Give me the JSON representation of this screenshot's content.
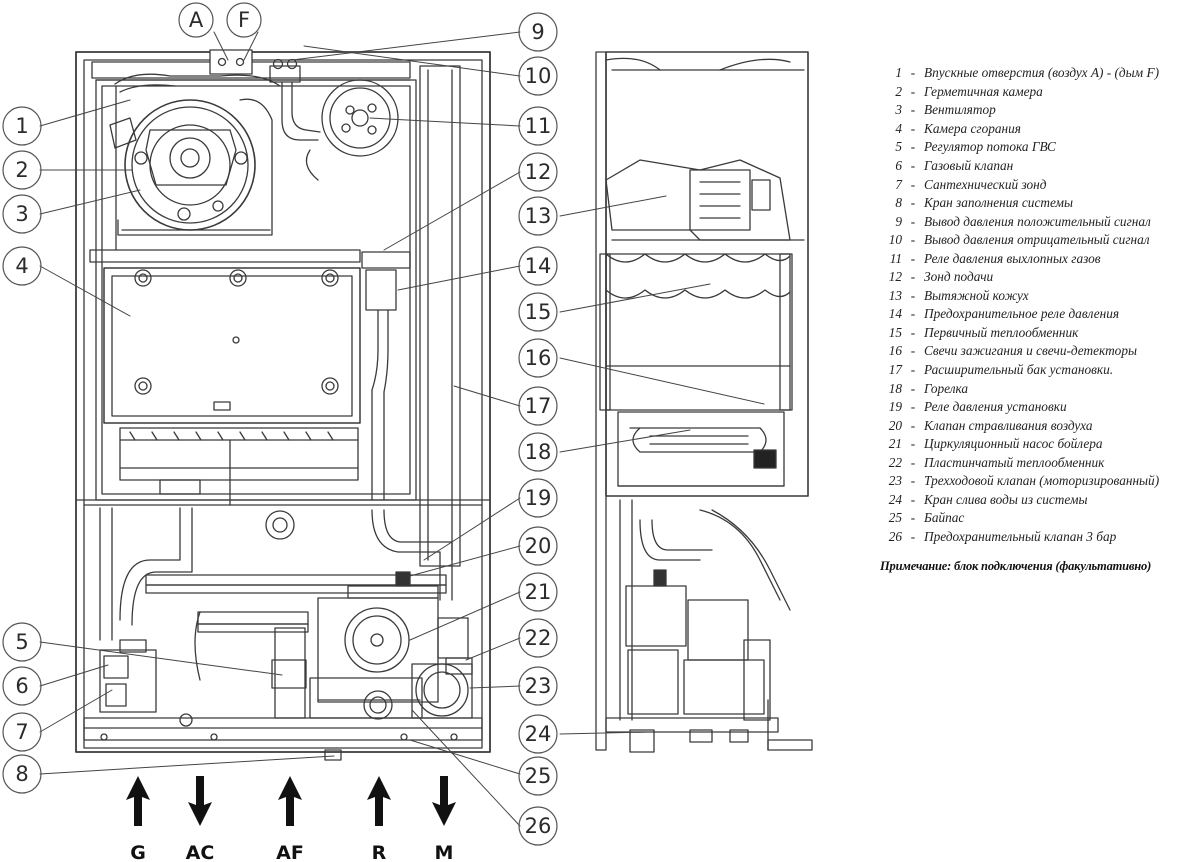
{
  "callouts": {
    "top": [
      "A",
      "F"
    ],
    "numbers": [
      "1",
      "2",
      "3",
      "4",
      "5",
      "6",
      "7",
      "8",
      "9",
      "10",
      "11",
      "12",
      "13",
      "14",
      "15",
      "16",
      "17",
      "18",
      "19",
      "20",
      "21",
      "22",
      "23",
      "24",
      "25",
      "26"
    ]
  },
  "connections": [
    "G",
    "AC",
    "AF",
    "R",
    "M"
  ],
  "legend": [
    {
      "num": "1",
      "text": "Впускные отверстия (воздух А) - (дым F)"
    },
    {
      "num": "2",
      "text": "Герметичная камера"
    },
    {
      "num": "3",
      "text": "Вентилятор"
    },
    {
      "num": "4",
      "text": "Камера сгорания"
    },
    {
      "num": "5",
      "text": "Регулятор потока ГВС"
    },
    {
      "num": "6",
      "text": "Газовый клапан"
    },
    {
      "num": "7",
      "text": "Сантехнический зонд"
    },
    {
      "num": "8",
      "text": "Кран заполнения системы"
    },
    {
      "num": "9",
      "text": "Вывод давления положительный сигнал"
    },
    {
      "num": "10",
      "text": "Вывод давления отрицательный сигнал"
    },
    {
      "num": "11",
      "text": "Реле давления выхлопных газов"
    },
    {
      "num": "12",
      "text": "Зонд подачи"
    },
    {
      "num": "13",
      "text": "Вытяжной кожух"
    },
    {
      "num": "14",
      "text": "Предохранительное реле давления"
    },
    {
      "num": "15",
      "text": "Первичный теплообменник"
    },
    {
      "num": "16",
      "text": "Свечи зажигания и свечи-детекторы"
    },
    {
      "num": "17",
      "text": "Расширительный бак установки."
    },
    {
      "num": "18",
      "text": "Горелка"
    },
    {
      "num": "19",
      "text": "Реле давления установки"
    },
    {
      "num": "20",
      "text": "Клапан стравливания воздуха"
    },
    {
      "num": "21",
      "text": "Циркуляционный насос бойлера"
    },
    {
      "num": "22",
      "text": "Пластинчатый теплообменник"
    },
    {
      "num": "23",
      "text": "Трехходовой клапан (моторизированный)"
    },
    {
      "num": "24",
      "text": "Кран слива воды из системы"
    },
    {
      "num": "25",
      "text": "Байпас"
    },
    {
      "num": "26",
      "text": "Предохранительный клапан 3 бар"
    }
  ],
  "legend_separator": "-",
  "note": "Примечание: блок подключения (факультативно)"
}
